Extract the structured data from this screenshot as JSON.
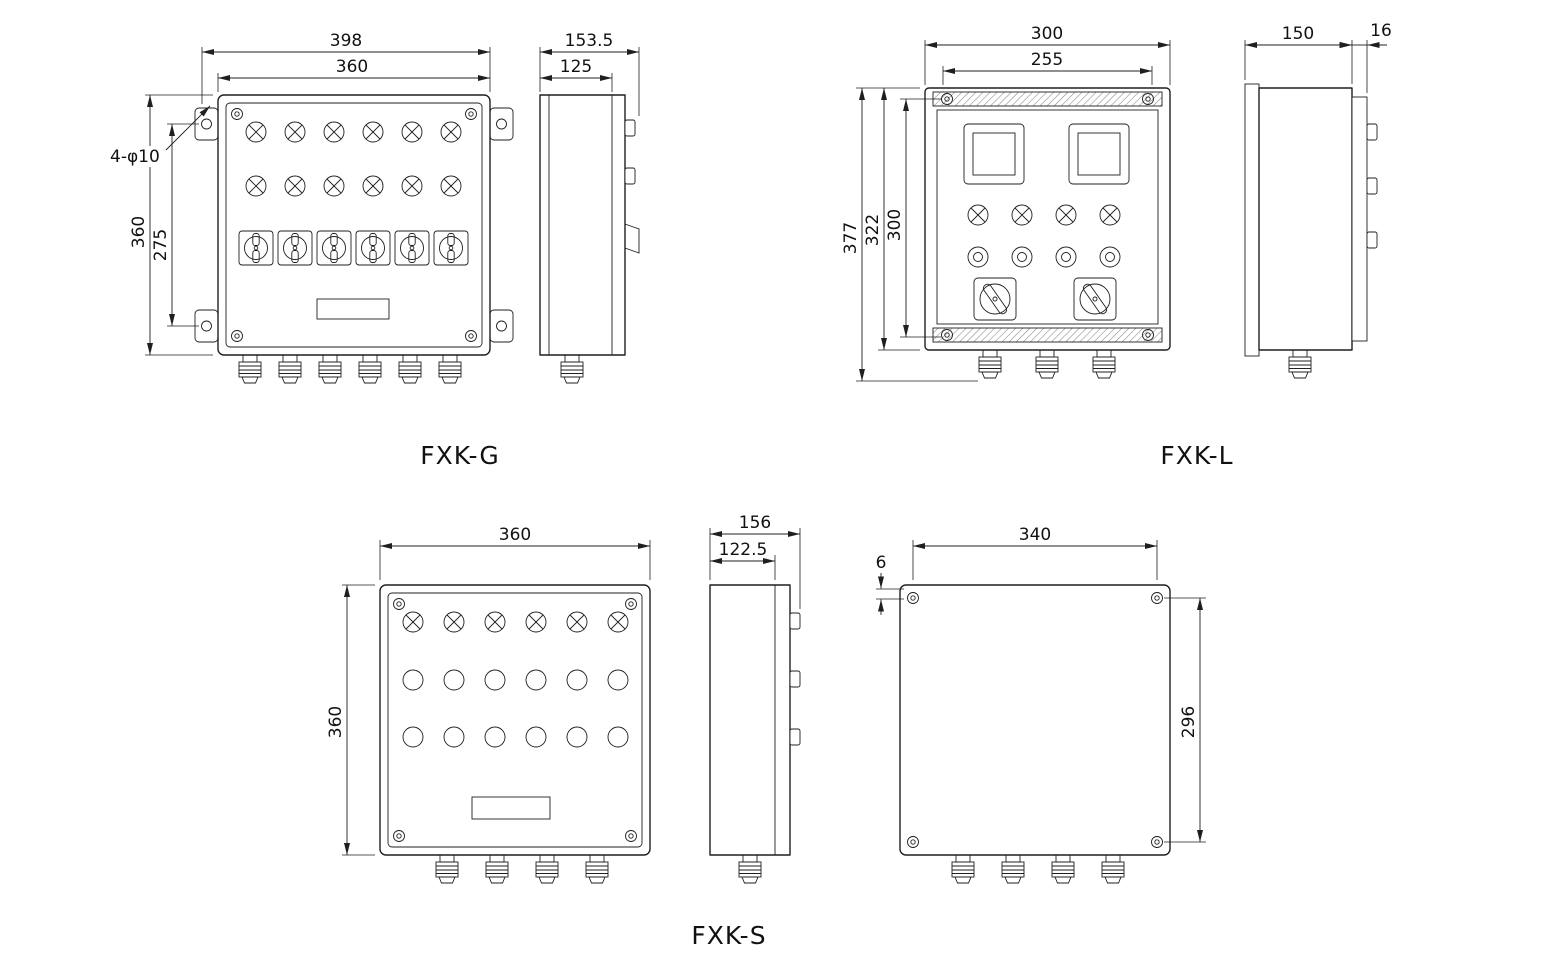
{
  "views": {
    "fxk_g": {
      "label": "FXK-G",
      "front": {
        "dim_width_outer": "398",
        "dim_width_inner": "360",
        "dim_height": "360",
        "dim_height_inner": "275",
        "hole_note": "4-φ10"
      },
      "side": {
        "dim_depth_outer": "153.5",
        "dim_depth_inner": "125"
      }
    },
    "fxk_l": {
      "label": "FXK-L",
      "front": {
        "dim_width_outer": "300",
        "dim_width_inner": "255",
        "dim_height_total": "377",
        "dim_height_outer": "322",
        "dim_height_inner": "300"
      },
      "side": {
        "dim_depth": "150",
        "dim_cover": "16"
      }
    },
    "fxk_s": {
      "label": "FXK-S",
      "front": {
        "dim_width": "360",
        "dim_height": "360"
      },
      "side": {
        "dim_depth_outer": "156",
        "dim_depth_inner": "122.5"
      },
      "back": {
        "dim_width": "340",
        "dim_edge_offset": "6",
        "dim_hole_spacing": "296"
      }
    }
  },
  "colors": {
    "line": "#1f1f1f",
    "background": "#ffffff"
  }
}
